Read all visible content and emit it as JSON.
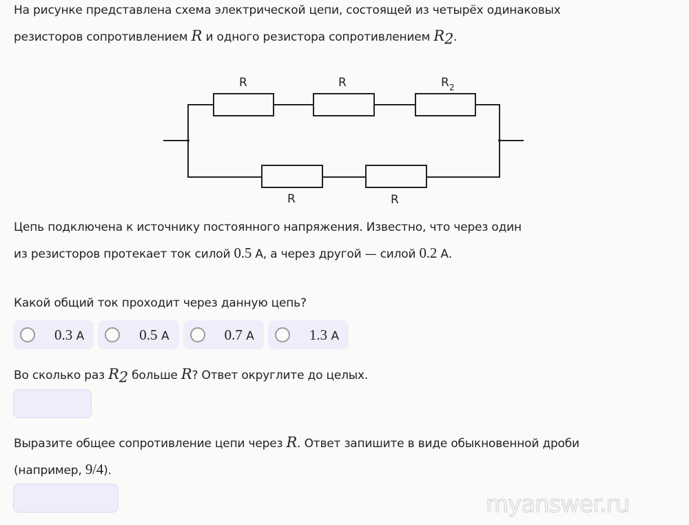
{
  "intro": {
    "line1": "На рисунке представлена схема электрической цепи, состоящей из четырёх одинаковых",
    "line2a": "резисторов сопротивлением ",
    "R": "R",
    "line2b": " и одного резистора сопротивлением ",
    "R2": "R",
    "sub2": "2",
    "dot": "."
  },
  "circuit": {
    "top_labels": [
      "R",
      "R",
      "R"
    ],
    "top_sub": "2",
    "bottom_labels": [
      "R",
      "R"
    ]
  },
  "conditions": {
    "line1": "Цепь подключена к источнику постоянного напряжения. Известно, что через один",
    "line2a": "из резисторов протекает ток силой ",
    "v1": "0.5",
    "u1": " А, а через другой — силой ",
    "v2": "0.2",
    "u2": " А."
  },
  "q1": {
    "text": "Какой общий ток проходит через данную цепь?",
    "options": [
      {
        "num": "0.3",
        "unit": " А"
      },
      {
        "num": "0.5",
        "unit": " А"
      },
      {
        "num": "0.7",
        "unit": " А"
      },
      {
        "num": "1.3",
        "unit": " А"
      }
    ]
  },
  "q2": {
    "a": "Во сколько раз ",
    "R2": "R",
    "sub": "2",
    "b": " больше ",
    "R": "R",
    "c": "? Ответ округлите до целых."
  },
  "q3": {
    "a": "Выразите общее сопротивление цепи через ",
    "R": "R",
    "b": ". Ответ запишите в виде обыкновенной дроби",
    "c": "(например, ",
    "ex": "9/4",
    "d": ")."
  },
  "watermark": "myanswer.ru"
}
